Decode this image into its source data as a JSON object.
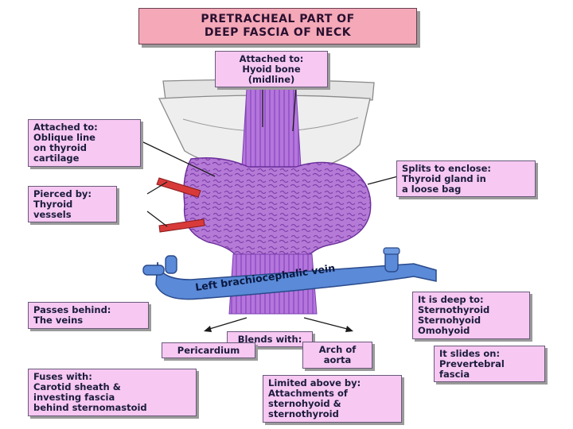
{
  "title_line1": "PRETRACHEAL PART OF",
  "title_line2": "DEEP FASCIA OF NECK",
  "vein_label": "Left brachiocephalic vein",
  "labels": {
    "hyoid": "Attached to:\nHyoid bone\n(midline)",
    "oblique": "Attached to:\nOblique line\non thyroid\ncartilage",
    "pierced": "Pierced by:\nThyroid\nvessels",
    "splits": "Splits to enclose:\nThyroid gland in\na loose bag",
    "passes": "Passes behind:\nThe veins",
    "deep": "It is deep to:\nSternothyroid\nSternohyoid\nOmohyoid",
    "blends": "Blends with:",
    "pericardium": "Pericardium",
    "arch": "Arch of\naorta",
    "slides": "It slides on:\nPrevertebral\nfascia",
    "fuses": "Fuses with:\nCarotid sheath &\ninvesting fascia\nbehind sternomastoid",
    "limited": "Limited above by:\nAttachments of\nsternohyoid &\nsternothyroid"
  },
  "colors": {
    "label_fill": "#f6c8f2",
    "title_fill": "#f4a8b8",
    "fascia": "#b070d8",
    "vein": "#5a8ad8",
    "vessel": "#d83a3a"
  }
}
